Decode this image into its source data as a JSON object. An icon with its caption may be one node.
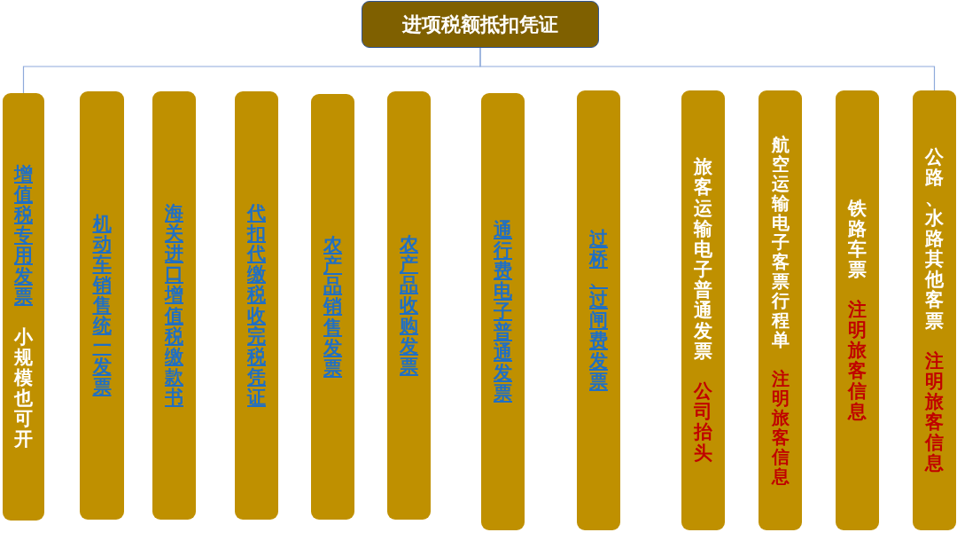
{
  "diagram": {
    "nodes": [
      {
        "text": [
          "进项税额抵扣凭证"
        ]
      },
      {
        "text": [
          "增值税专用发票",
          "小规模也可开"
        ]
      },
      {
        "text": [
          "机动车销售统一发票"
        ]
      },
      {
        "text": [
          "海关进口增值税缴款书"
        ]
      },
      {
        "text": [
          "代扣代缴税收完税凭证"
        ]
      },
      {
        "text": [
          "农产品销售发票"
        ]
      },
      {
        "text": [
          "农产品收购发票"
        ]
      },
      {
        "text": [
          "通行费电子普通发票"
        ]
      },
      {
        "text": [
          "过桥、过闸费发票"
        ]
      },
      {
        "text": [
          "旅客运输电子普通发票",
          "公司抬头"
        ]
      },
      {
        "text": [
          "航空运输电子客票行程单",
          "注明旅客信息"
        ]
      },
      {
        "text": [
          "铁路车票",
          "注明旅客信息"
        ]
      },
      {
        "text": [
          "公路、水路其他客票",
          "注明旅客信息"
        ]
      }
    ],
    "edges": [
      {
        "from": 0,
        "to": 1,
        "arrow": "none"
      },
      {
        "from": 0,
        "to": 12,
        "arrow": "none"
      }
    ]
  }
}
